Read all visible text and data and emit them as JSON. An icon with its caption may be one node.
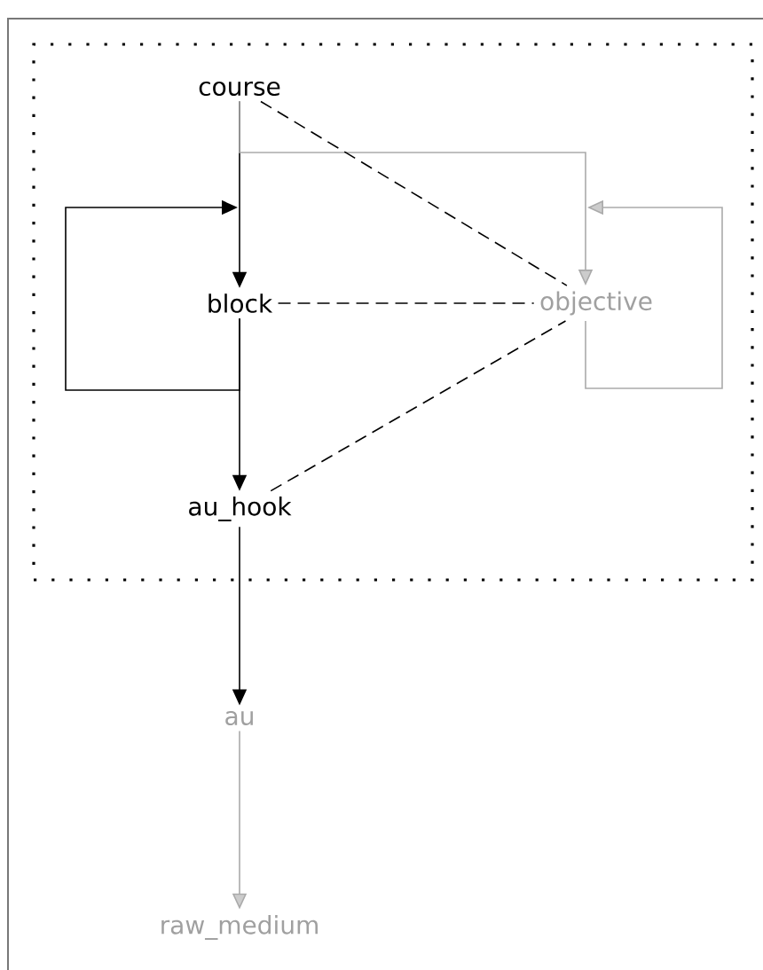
{
  "diagram": {
    "nodes": [
      {
        "text": [],
        "shape": "box"
      },
      {
        "text": [
          "course"
        ],
        "in": 0
      },
      {
        "text": [
          "block"
        ],
        "in": 0
      },
      {
        "text": [
          "au_hook"
        ],
        "in": 0
      },
      {
        "text": [
          "objective"
        ],
        "in": 0
      },
      {
        "text": [
          "au"
        ]
      },
      {
        "text": [
          "raw_medium"
        ]
      }
    ],
    "edges": [
      {
        "from": 1,
        "to": 2,
        "arrow": "to"
      },
      {
        "from": 1,
        "to": 4,
        "arrow": "to",
        "color": "#aaaaaa"
      },
      {
        "from": 2,
        "to": 2,
        "arrow": "to"
      },
      {
        "from": 2,
        "to": 3,
        "arrow": "to"
      },
      {
        "from": 4,
        "to": 4,
        "arrow": "to",
        "color": "#aaaaaa"
      },
      {
        "from": 1,
        "to": 4,
        "arrow": "none",
        "style": "dashed"
      },
      {
        "from": 2,
        "to": 4,
        "arrow": "none",
        "style": "dashed"
      },
      {
        "from": 3,
        "to": 4,
        "arrow": "none",
        "style": "dashed"
      },
      {
        "from": 3,
        "to": 5,
        "arrow": "to"
      },
      {
        "from": 5,
        "to": 6,
        "arrow": "to",
        "color": "#aaaaaa"
      }
    ]
  }
}
